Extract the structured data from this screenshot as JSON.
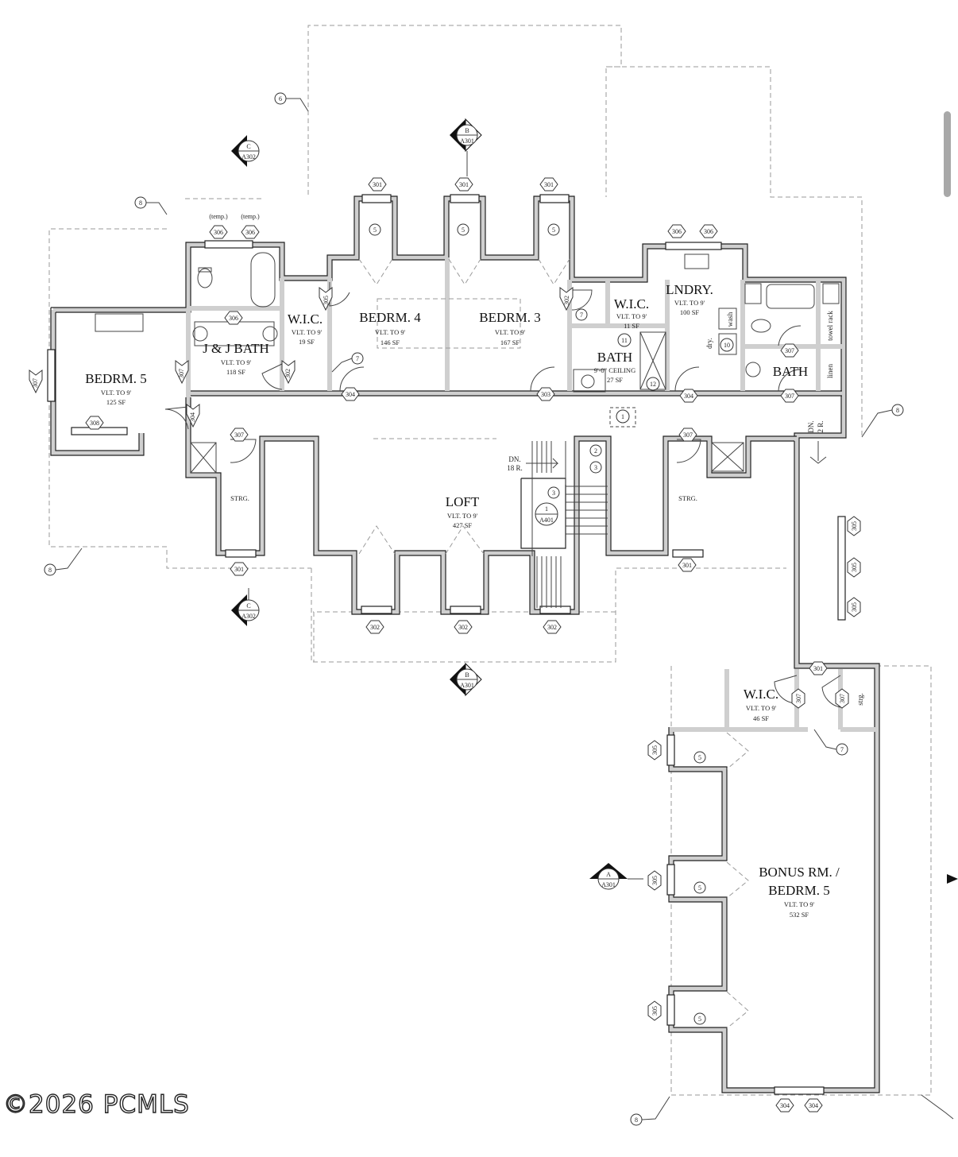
{
  "rooms": {
    "bedrm5": {
      "name": "BEDRM. 5",
      "ceiling": "VLT. TO 9'",
      "area": "125 SF"
    },
    "jj_bath": {
      "name": "J & J BATH",
      "ceiling": "VLT. TO 9'",
      "area": "118 SF"
    },
    "wic_left": {
      "name": "W.I.C.",
      "ceiling": "VLT. TO 9'",
      "area": "19 SF"
    },
    "bedrm4": {
      "name": "BEDRM. 4",
      "ceiling": "VLT. TO 9'",
      "area": "146 SF"
    },
    "bedrm3": {
      "name": "BEDRM. 3",
      "ceiling": "VLT. TO 9'",
      "area": "167 SF"
    },
    "wic_mid": {
      "name": "W.I.C.",
      "ceiling": "VLT. TO 9'",
      "area": "11 SF"
    },
    "bath_mid": {
      "name": "BATH",
      "ceiling": "9'-0\" CEILING",
      "area": "27 SF"
    },
    "lndry": {
      "name": "LNDRY.",
      "ceiling": "VLT. TO 9'",
      "area": "100 SF"
    },
    "bath_right": {
      "name": "BATH"
    },
    "loft": {
      "name": "LOFT",
      "ceiling": "VLT. TO 9'",
      "area": "427 SF"
    },
    "strg_left": {
      "name": "STRG."
    },
    "strg_right": {
      "name": "STRG."
    },
    "wic_lower": {
      "name": "W.I.C.",
      "ceiling": "VLT. TO 9'",
      "area": "46 SF"
    },
    "strg_lower": {
      "name": "strg."
    },
    "bonus": {
      "name1": "BONUS RM. /",
      "name2": "BEDRM. 5",
      "ceiling": "VLT. TO 9'",
      "area": "532 SF"
    }
  },
  "fixtures": {
    "towel_rack": "towel rack",
    "linen": "linen",
    "dry": "dry.",
    "wash": "wash",
    "temp": "(temp.)"
  },
  "stairs": {
    "down_main": "DN.",
    "down_main_risers": "18 R.",
    "down_side": "DN.",
    "down_side_risers": "2 R."
  },
  "sections": {
    "b_top": {
      "letter": "B",
      "sheet": "A301"
    },
    "b_bottom": {
      "letter": "B",
      "sheet": "A301"
    },
    "c_top": {
      "letter": "C",
      "sheet": "A302"
    },
    "c_bottom": {
      "letter": "C",
      "sheet": "A302"
    },
    "a_right": {
      "letter": "A",
      "sheet": "A301"
    },
    "detail_stair": {
      "number": "1",
      "sheet": "A401"
    }
  },
  "tags": {
    "t301": "301",
    "t302": "302",
    "t303": "303",
    "t304": "304",
    "t305": "305",
    "t306": "306",
    "t307": "307",
    "t308": "308",
    "k1": "1",
    "k2": "2",
    "k3": "3",
    "k5": "5",
    "k6": "6",
    "k7": "7",
    "k8": "8",
    "k10": "10",
    "k11": "11",
    "k12": "12"
  },
  "watermark": "©2026 PCMLS"
}
